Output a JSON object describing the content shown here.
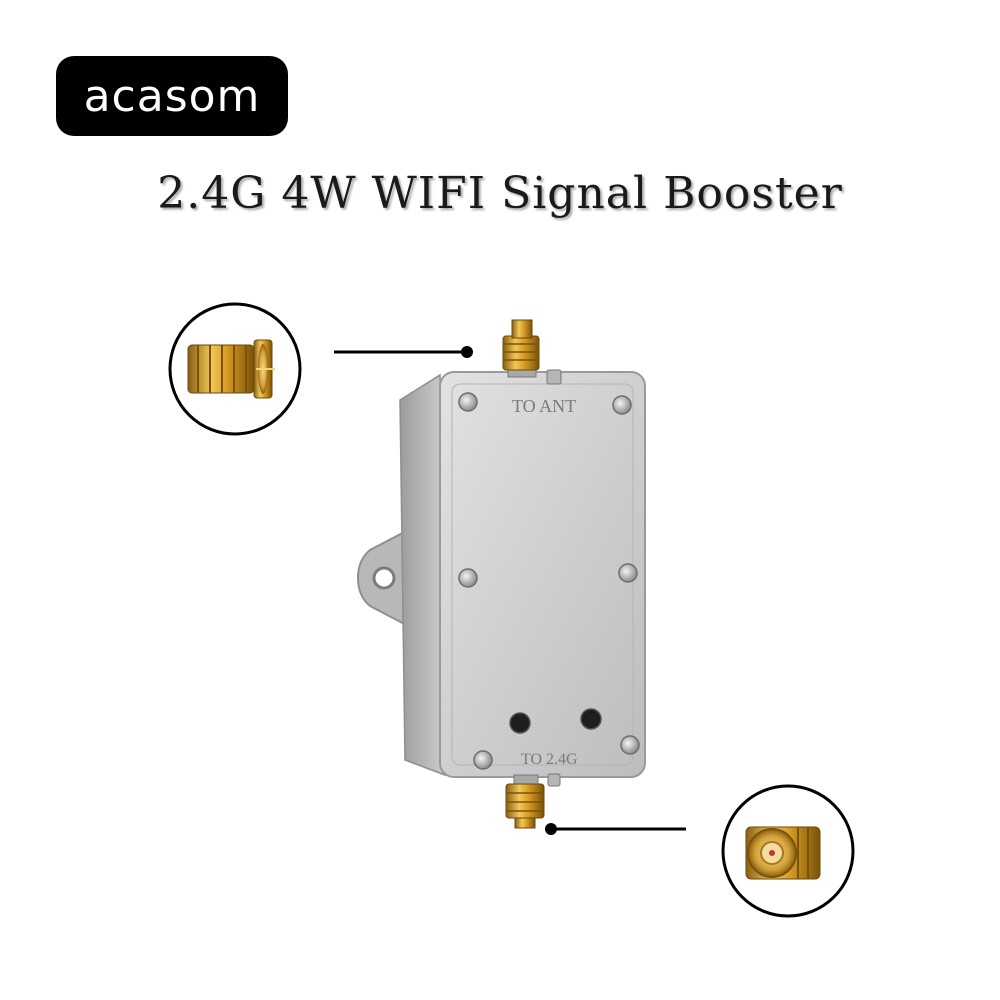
{
  "brand": {
    "name": "acasom"
  },
  "heading": {
    "title": "2.4G 4W WIFI Signal Booster"
  },
  "device": {
    "top_label": "TO ANT",
    "bottom_label": "TO 2.4G"
  },
  "colors": {
    "background": "#ffffff",
    "logo_bg": "#000000",
    "body_silver": "#c9c9c9",
    "connector_gold": "#d9a52c"
  }
}
